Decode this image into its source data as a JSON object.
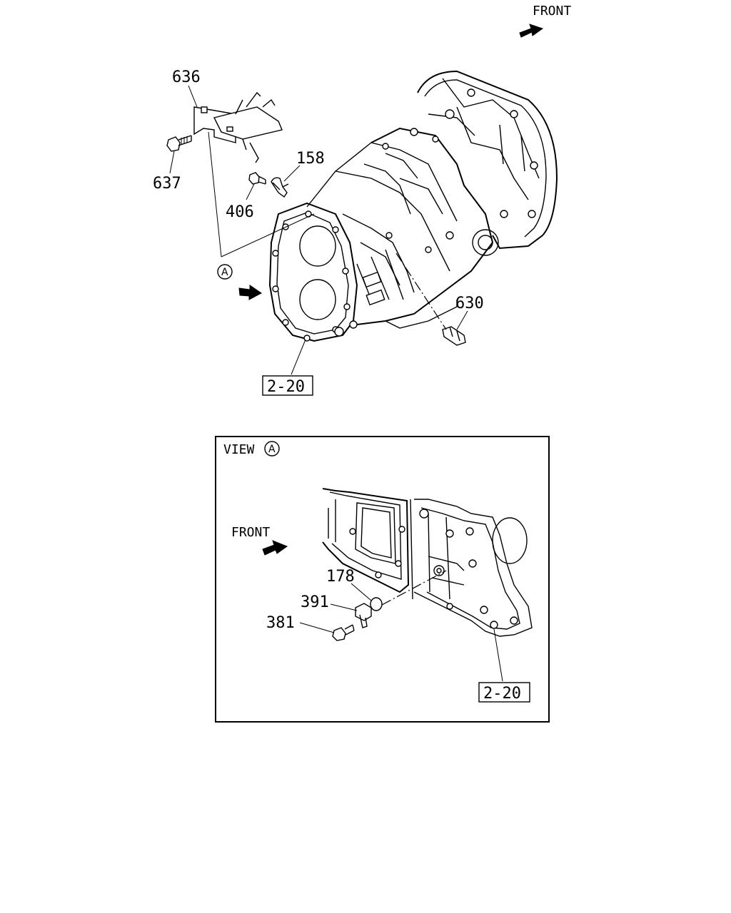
{
  "top_view": {
    "front_label": "FRONT",
    "callouts": {
      "c636": "636",
      "c637": "637",
      "c158": "158",
      "c406": "406",
      "c630": "630"
    },
    "view_marker": "A",
    "ref_box": "2-20"
  },
  "detail_view": {
    "title": "VIEW",
    "title_marker": "A",
    "front_label": "FRONT",
    "callouts": {
      "c178": "178",
      "c391": "391",
      "c381": "381"
    },
    "ref_box": "2-20"
  }
}
